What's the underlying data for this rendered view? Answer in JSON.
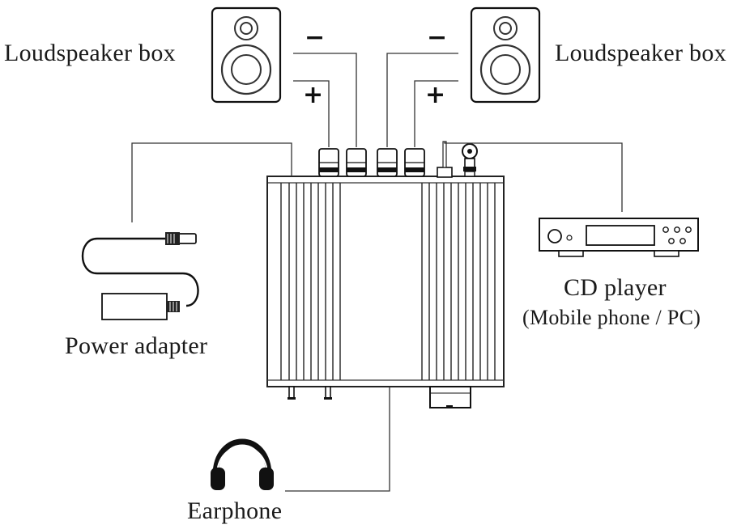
{
  "labels": {
    "speaker_left": "Loudspeaker box",
    "speaker_right": "Loudspeaker box",
    "power": "Power adapter",
    "cd_player": "CD player",
    "cd_player_sub": "(Mobile phone / PC)",
    "earphone": "Earphone"
  },
  "polarity": {
    "left_minus": "−",
    "left_plus": "+",
    "right_minus": "−",
    "right_plus": "+"
  }
}
